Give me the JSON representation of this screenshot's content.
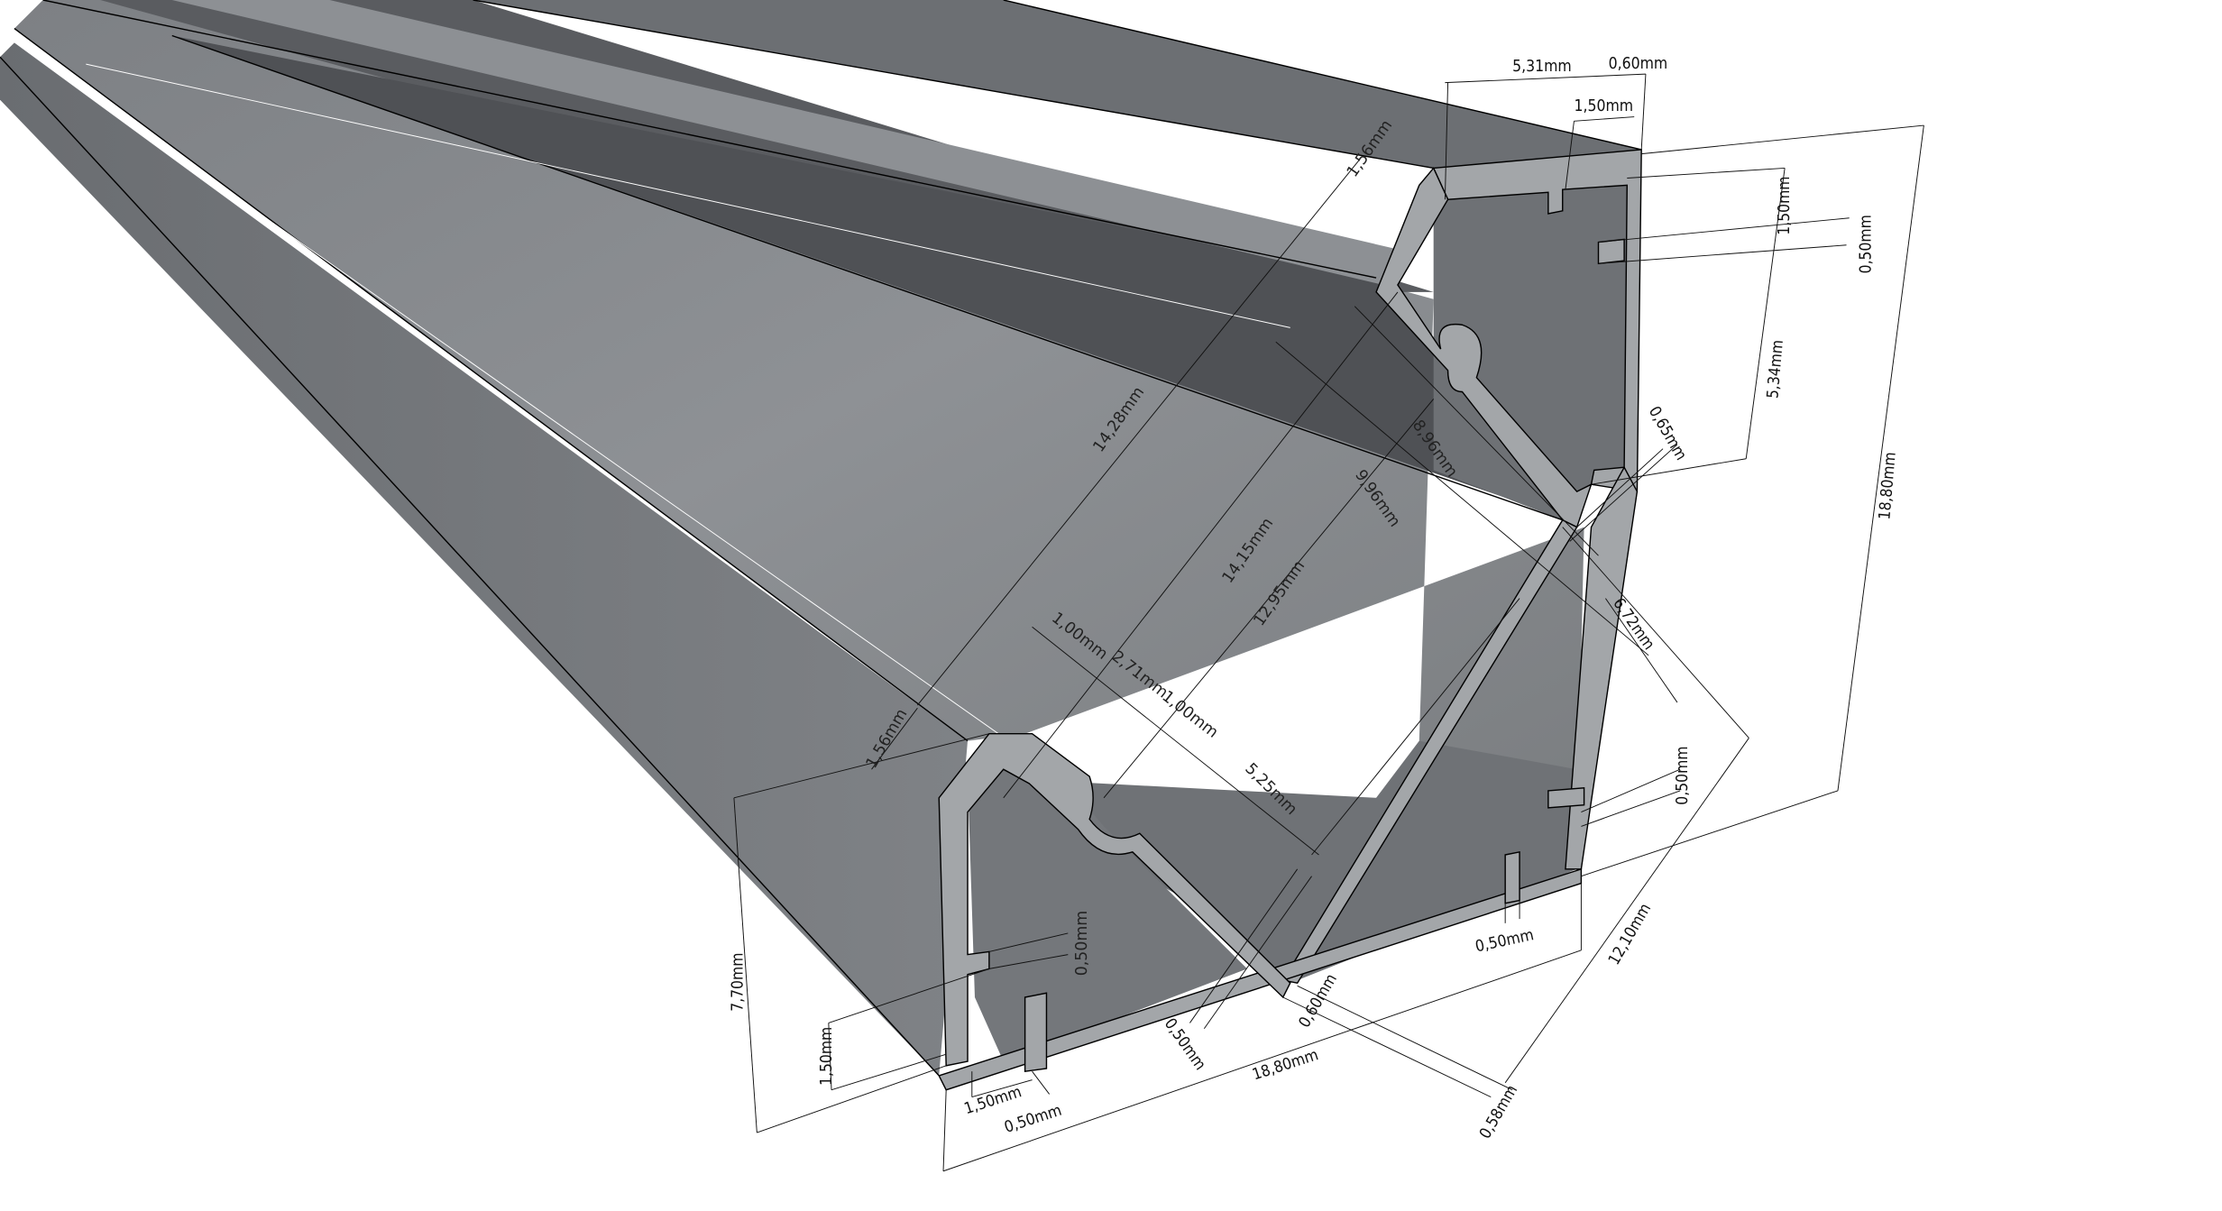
{
  "drawing": {
    "subject": "Aluminium LED corner profile (isometric with dimensions)",
    "colors": {
      "background": "#ffffff",
      "profile_section": "#9ea1a4",
      "face_light": "#8c8f92",
      "face_mid": "#76797c",
      "face_dark": "#505256",
      "dimension_line": "#111111"
    },
    "dimensions": {
      "top_width": "5,31mm",
      "top_lip": "0,60mm",
      "top_slot_width": "1,50mm",
      "top_chamfer": "1,56mm",
      "right_slot_height": "1,50mm",
      "right_lip_thickness": "0,50mm",
      "right_upper_height": "5,34mm",
      "overall_height_right": "18,80mm",
      "diag_wall": "0,65mm",
      "diag_14_28": "14,28mm",
      "diag_14_15": "14,15mm",
      "diag_12_95": "12,95mm",
      "diag_9_96": "9,96mm",
      "diag_8_96": "8,96mm",
      "diag_6_72": "6,72mm",
      "groove_1_00_a": "1,00mm",
      "groove_2_71": "2,71mm",
      "groove_1_00_b": "1,00mm",
      "groove_5_25": "5,25mm",
      "left_chamfer": "1,56mm",
      "left_height": "7,70mm",
      "left_slot_height": "1,50mm",
      "left_lip_thickness": "0,50mm",
      "bottom_slot_width": "1,50mm",
      "bottom_lip_thickness": "0,50mm",
      "bottom_wall_left": "0,50mm",
      "bottom_wall_center": "0,60mm",
      "overall_width_bottom": "18,80mm",
      "bottom_right_lip": "0,50mm",
      "right_lower_lip": "0,50mm",
      "diag_12_10": "12,10mm",
      "diag_wall_bottom": "0,58mm"
    }
  }
}
